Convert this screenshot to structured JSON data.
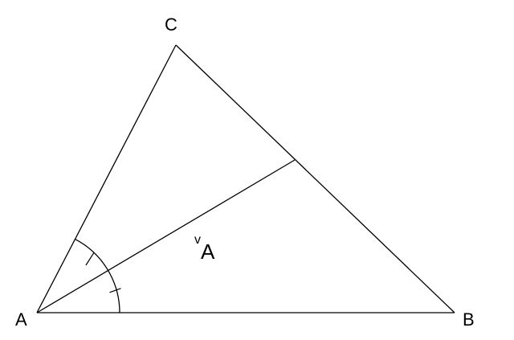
{
  "diagram": {
    "vertices": {
      "a": "A",
      "b": "B",
      "c": "C"
    },
    "bisector_label": {
      "sup": "v",
      "main": "A"
    },
    "line_color": "#000000",
    "background_color": "#ffffff"
  }
}
